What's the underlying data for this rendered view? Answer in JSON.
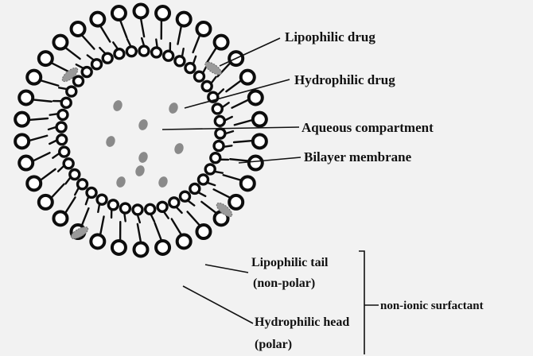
{
  "figure": {
    "colors": {
      "background": "#f2f2f2",
      "ink": "#0d0d0d",
      "hydrophilic_drug": "#8a8a8a",
      "lipophilic_drug": "#9a9a9a"
    },
    "counts": {
      "outer_heads": 34,
      "inner_heads": 40,
      "aqueous_drug_particles": 9,
      "lipophilic_drug_particles": 4
    }
  },
  "labels": {
    "lipophilic_drug": "Lipophilic drug",
    "hydrophilic_drug": "Hydrophilic drug",
    "aqueous_compartment": "Aqueous compartment",
    "bilayer_membrane": "Bilayer membrane",
    "lipophilic_tail_line1": "Lipophilic tail",
    "lipophilic_tail_line2": "(non-polar)",
    "hydrophilic_head_line1": "Hydrophilic head",
    "hydrophilic_head_line2": "(polar)",
    "surfactant": "non-ionic surfactant"
  }
}
